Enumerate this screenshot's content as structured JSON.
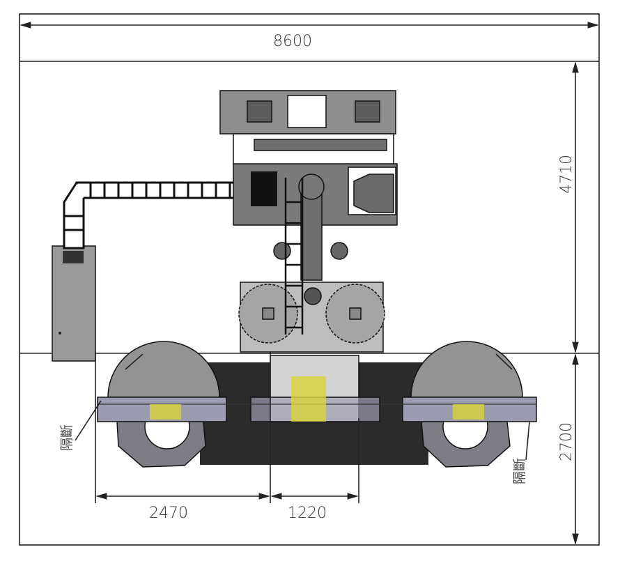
{
  "drawing": {
    "dimensions": {
      "overall_width": "8600",
      "upper_height": "4710",
      "lower_height": "2700",
      "left_span": "2470",
      "center_span": "1220"
    },
    "annotations": {
      "left_partition": "隔斷",
      "right_partition": "隔斷"
    },
    "colors": {
      "line": "#222222",
      "machine_gray": "#8a8a8a",
      "dark_base": "#2b2b2b",
      "frame": "#9c9cb0",
      "highlight": "#d8d43a"
    }
  }
}
